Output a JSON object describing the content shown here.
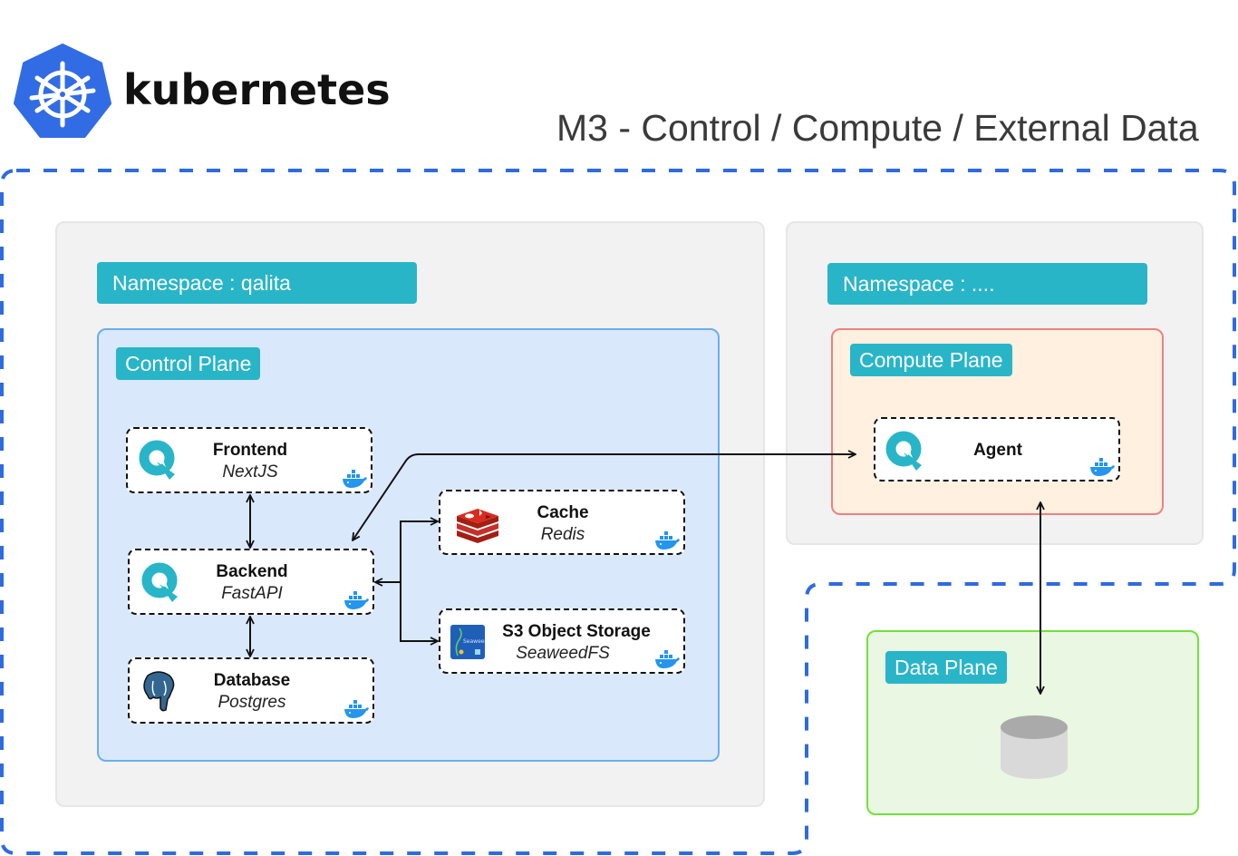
{
  "header": {
    "brand_name": "kubernetes",
    "brand_icon": "kubernetes-helm-icon",
    "title": "M3 - Control / Compute / External Data"
  },
  "colors": {
    "boundary_dash": "#2f6be0",
    "label_bg": "#29b5c8",
    "namespace_panel_bg": "#f2f2f2",
    "control_plane_bg": "#dae8fc",
    "control_plane_border": "#6aaef0",
    "compute_plane_bg": "#fff0e0",
    "compute_plane_border": "#f08080",
    "data_plane_bg": "#eaf7e2",
    "data_plane_border": "#6fe33a",
    "k8s_blue": "#326ce5"
  },
  "namespaces": [
    {
      "label": "Namespace : qalita",
      "plane": {
        "label": "Control Plane",
        "services": [
          {
            "id": "frontend",
            "name": "Frontend",
            "tech": "NextJS",
            "icon": "qalita-q-icon",
            "container_icon": "docker-icon"
          },
          {
            "id": "backend",
            "name": "Backend",
            "tech": "FastAPI",
            "icon": "qalita-q-icon",
            "container_icon": "docker-icon"
          },
          {
            "id": "database",
            "name": "Database",
            "tech": "Postgres",
            "icon": "postgres-elephant-icon",
            "container_icon": "docker-icon"
          },
          {
            "id": "cache",
            "name": "Cache",
            "tech": "Redis",
            "icon": "redis-icon",
            "container_icon": "docker-icon"
          },
          {
            "id": "storage",
            "name": "S3 Object Storage",
            "tech": "SeaweedFS",
            "icon": "seaweedfs-icon",
            "container_icon": "docker-icon"
          }
        ]
      }
    },
    {
      "label": "Namespace : ....",
      "plane": {
        "label": "Compute Plane",
        "services": [
          {
            "id": "agent",
            "name": "Agent",
            "tech": "",
            "icon": "qalita-q-icon",
            "container_icon": "docker-icon"
          }
        ]
      }
    }
  ],
  "external": {
    "plane": {
      "label": "Data Plane",
      "icon": "database-cylinder-icon"
    }
  },
  "connections": [
    {
      "from": "frontend",
      "to": "backend",
      "direction": "both"
    },
    {
      "from": "backend",
      "to": "database",
      "direction": "both"
    },
    {
      "from": "backend",
      "to": "cache",
      "direction": "both"
    },
    {
      "from": "backend",
      "to": "storage",
      "direction": "both"
    },
    {
      "from": "backend",
      "to": "agent",
      "direction": "both"
    },
    {
      "from": "agent",
      "to": "data-plane",
      "direction": "both"
    }
  ]
}
